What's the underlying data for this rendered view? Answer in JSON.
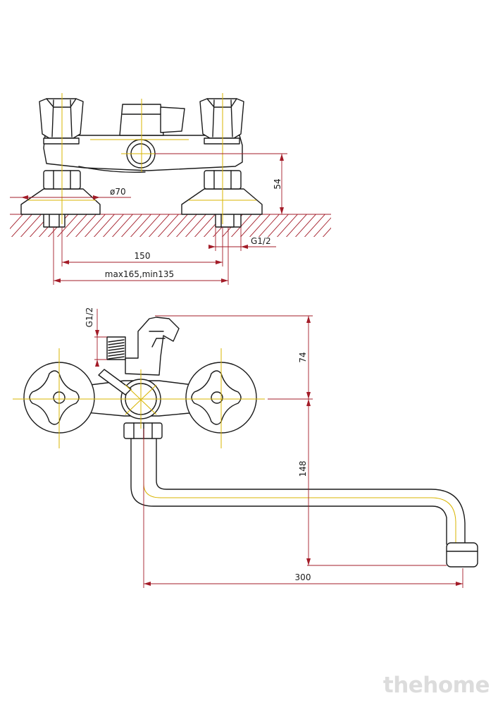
{
  "dimensions": {
    "height_54": "54",
    "diameter_70": "ø70",
    "pipe_thread_front": "G1/2",
    "spacing_150": "150",
    "spacing_range": "max165,min135",
    "pipe_thread_side": "G1/2",
    "height_74": "74",
    "height_148": "148",
    "spout_300": "300"
  },
  "watermark": {
    "text": "thehome"
  },
  "colors": {
    "outline": "#1a1a1a",
    "dimension_line": "#a31c28",
    "center_line": "#d8b400",
    "background": "#ffffff",
    "watermark": "#dcdcdc"
  }
}
